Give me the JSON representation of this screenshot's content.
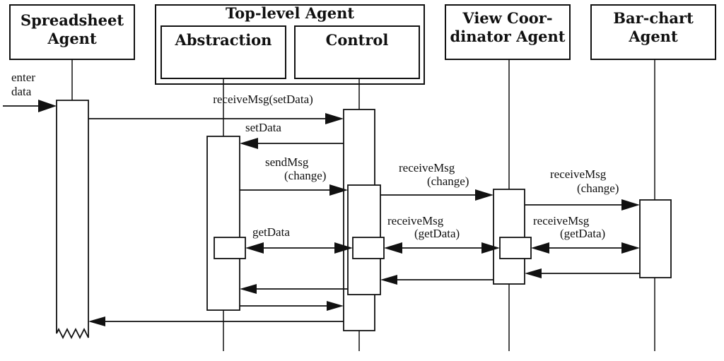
{
  "agents": {
    "spreadsheet": [
      "Spreadsheet",
      "Agent"
    ],
    "toplevel": "Top-level Agent",
    "abstraction": "Abstraction",
    "control": "Control",
    "viewcoord": [
      "View Coor-",
      "dinator Agent"
    ],
    "barchart": [
      "Bar-chart",
      "Agent"
    ]
  },
  "messages": {
    "enter_data": [
      "enter",
      "data"
    ],
    "receive_setdata": "receiveMsg(setData)",
    "setdata": "setData",
    "sendmsg_change": [
      "sendMsg",
      "(change)"
    ],
    "receivemsg_change_1": [
      "receiveMsg",
      "(change)"
    ],
    "receivemsg_change_2": [
      "receiveMsg",
      "(change)"
    ],
    "getdata": "getData",
    "receivemsg_getdata_1": [
      "receiveMsg",
      "(getData)"
    ],
    "receivemsg_getdata_2": [
      "receiveMsg",
      "(getData)"
    ]
  }
}
